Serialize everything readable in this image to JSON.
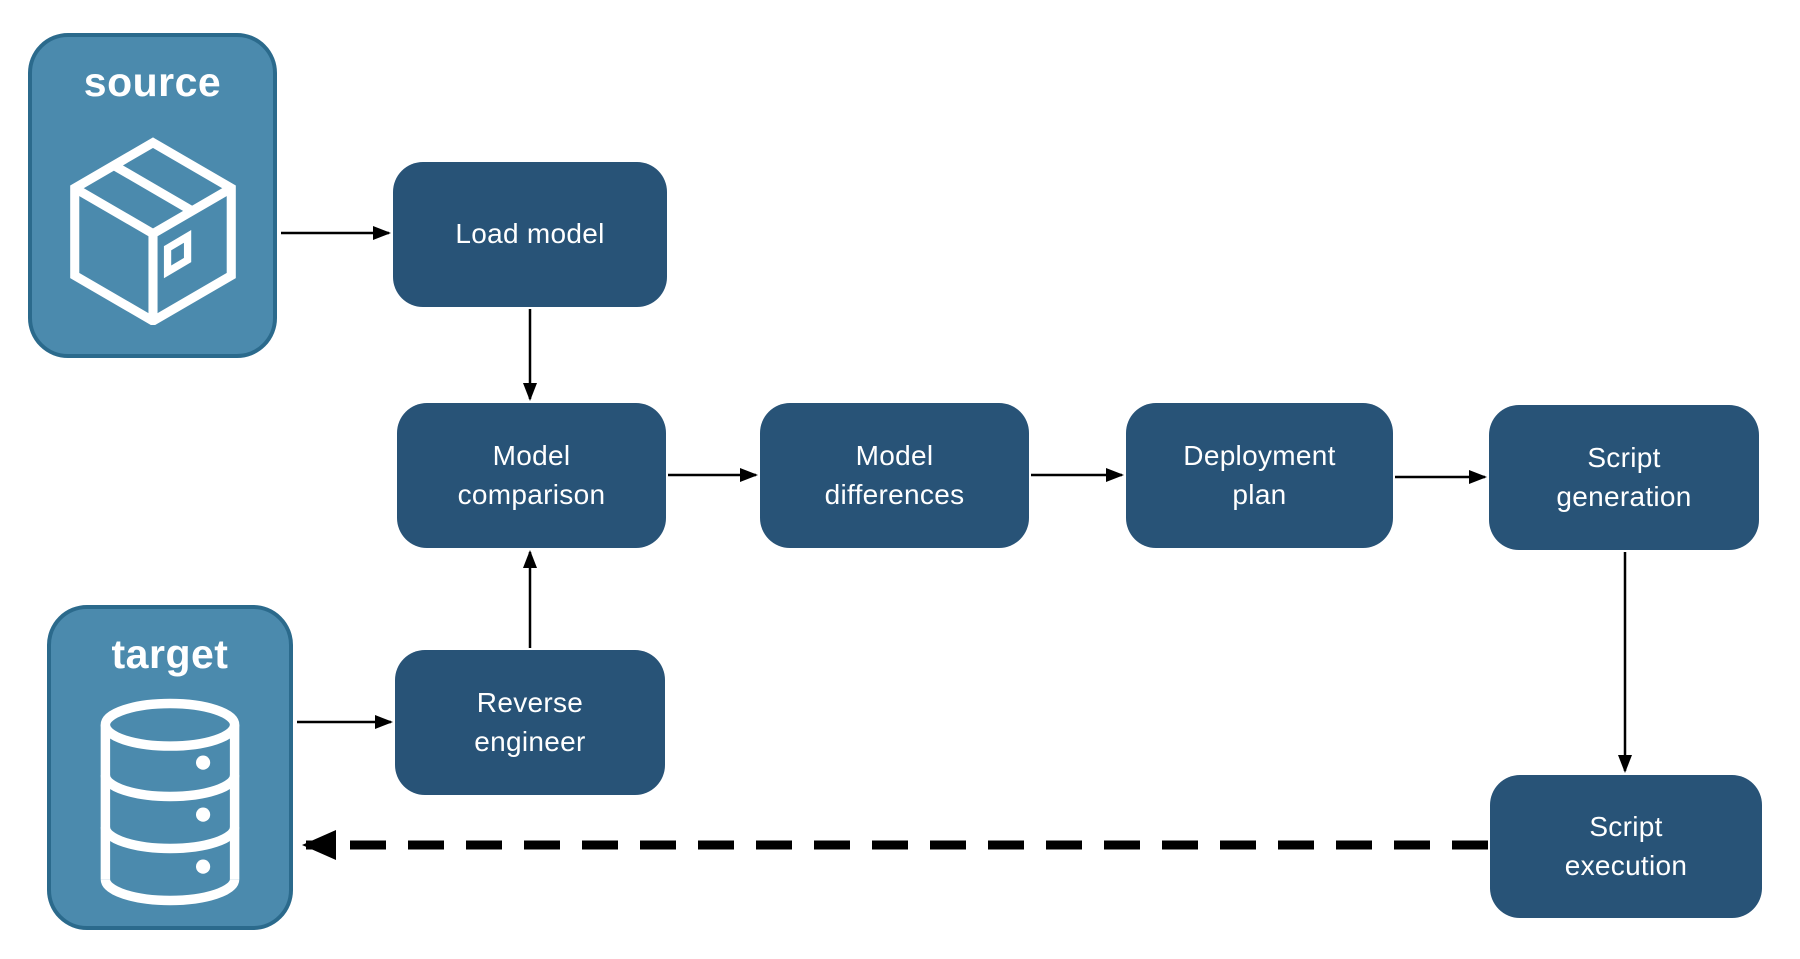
{
  "diagram": {
    "endpoints": {
      "source": {
        "label": "source",
        "icon": "package-icon"
      },
      "target": {
        "label": "target",
        "icon": "database-icon"
      }
    },
    "nodes": {
      "load_model": {
        "label": "Load model"
      },
      "model_comparison": {
        "label": "Model\ncomparison"
      },
      "model_differences": {
        "label": "Model\ndifferences"
      },
      "deployment_plan": {
        "label": "Deployment\nplan"
      },
      "script_generation": {
        "label": "Script\ngeneration"
      },
      "reverse_engineer": {
        "label": "Reverse\nengineer"
      },
      "script_execution": {
        "label": "Script\nexecution"
      }
    },
    "edges": [
      {
        "from": "source",
        "to": "load_model",
        "style": "solid"
      },
      {
        "from": "load_model",
        "to": "model_comparison",
        "style": "solid"
      },
      {
        "from": "model_comparison",
        "to": "model_differences",
        "style": "solid"
      },
      {
        "from": "model_differences",
        "to": "deployment_plan",
        "style": "solid"
      },
      {
        "from": "deployment_plan",
        "to": "script_generation",
        "style": "solid"
      },
      {
        "from": "script_generation",
        "to": "script_execution",
        "style": "solid"
      },
      {
        "from": "target",
        "to": "reverse_engineer",
        "style": "solid"
      },
      {
        "from": "reverse_engineer",
        "to": "model_comparison",
        "style": "solid"
      },
      {
        "from": "script_execution",
        "to": "target",
        "style": "dashed"
      }
    ],
    "colors": {
      "node_fill": "#285377",
      "endpoint_fill": "#4B8AAD",
      "endpoint_border": "#2B6A8C",
      "text": "#FFFFFF",
      "arrow": "#000000",
      "background": "#FFFFFF"
    }
  }
}
